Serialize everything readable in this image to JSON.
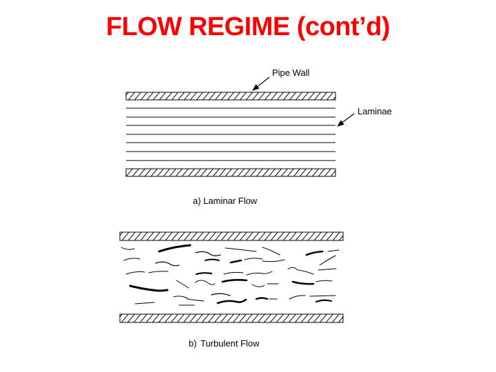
{
  "slide": {
    "title": "FLOW REGIME (cont’d)",
    "title_color": "#ff0000"
  },
  "laminar": {
    "label_pipe_wall": "Pipe Wall",
    "label_laminae": "Laminae",
    "caption": "a) Laminar Flow"
  },
  "turbulent": {
    "caption_prefix": "b)",
    "caption": "Turbulent Flow"
  }
}
